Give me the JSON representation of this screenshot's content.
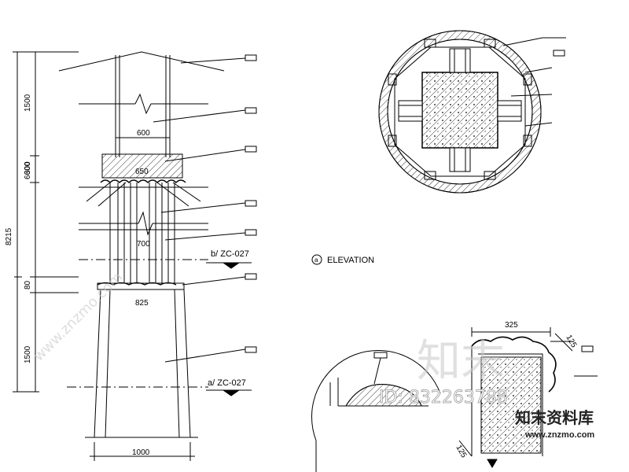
{
  "dimensions": {
    "total_height": "8215",
    "upper_height": "6600",
    "dim_1500_top": "1500",
    "dim_300": "300",
    "dim_80": "80",
    "dim_1500_bottom": "1500",
    "w_600": "600",
    "w_650": "650",
    "w_700": "700",
    "w_825": "825",
    "w_1000": "1000"
  },
  "section_marks": {
    "b": "b/ ZC-027",
    "a": "a/ ZC-027"
  },
  "elevation": {
    "marker": "a",
    "title": "ELEVATION"
  },
  "detail_dims": {
    "d325": "325",
    "d125a": "125",
    "d125b": "125"
  },
  "watermark": {
    "brand": "知末",
    "id_text": "ID: 832263788",
    "site_name": "知末资料库",
    "site_url": "www.znzmo.com",
    "diag_url": "www.znzmo.com"
  },
  "colors": {
    "line": "#000000",
    "watermark": "#c8c8c8"
  }
}
